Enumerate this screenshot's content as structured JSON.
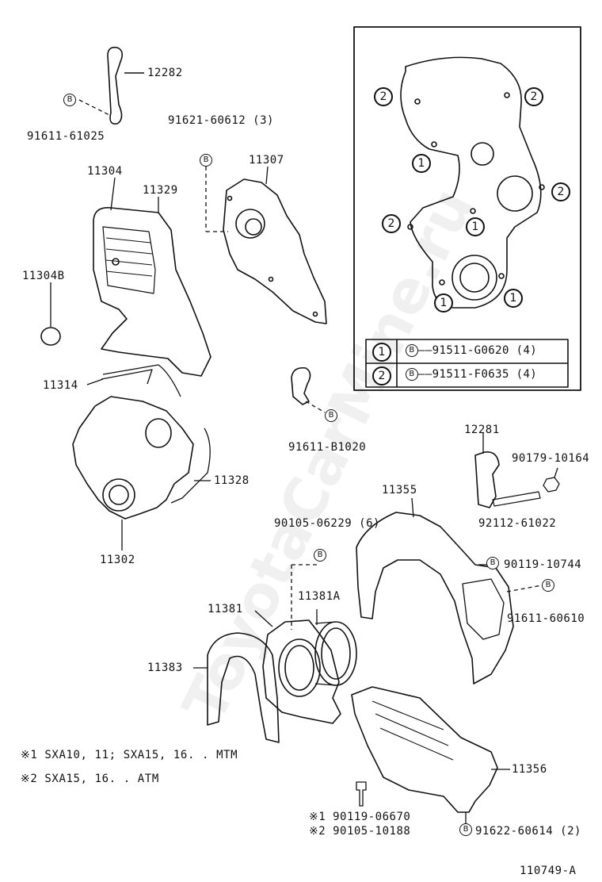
{
  "labels": {
    "p12282": "12282",
    "p91611_61025": "91611-61025",
    "p91621_60612": "91621-60612 (3)",
    "p11304": "11304",
    "p11329": "11329",
    "p11307": "11307",
    "p11304B": "11304B",
    "p11314": "11314",
    "p91611_B1020": "91611-B1020",
    "p11328": "11328",
    "p11302": "11302",
    "p12281": "12281",
    "p90179_10164": "90179-10164",
    "p92112_61022": "92112-61022",
    "p11355": "11355",
    "p90105_06229": "90105-06229 (6)",
    "p90119_10744": "90119-10744",
    "p91611_60610": "91611-60610",
    "p11381": "11381",
    "p11381A": "11381A",
    "p11383": "11383",
    "p11356": "11356",
    "p91622_60614": "91622-60614 (2)",
    "p90119_06670": "※1 90119-06670",
    "p90105_10188": "※2 90105-10188",
    "diagram_id": "110749-A"
  },
  "legend": {
    "row1_num": "1",
    "row1_part": "91511-G0620 (4)",
    "row2_num": "2",
    "row2_part": "91511-F0635 (4)",
    "bolt_mark": "B"
  },
  "inset_marks": {
    "one": "1",
    "two": "2"
  },
  "notes": {
    "note1": "※1  SXA10, 11; SXA15, 16. . MTM",
    "note2": "※2  SXA15, 16. . ATM"
  },
  "watermark": "ToyotaCarMine.ru"
}
